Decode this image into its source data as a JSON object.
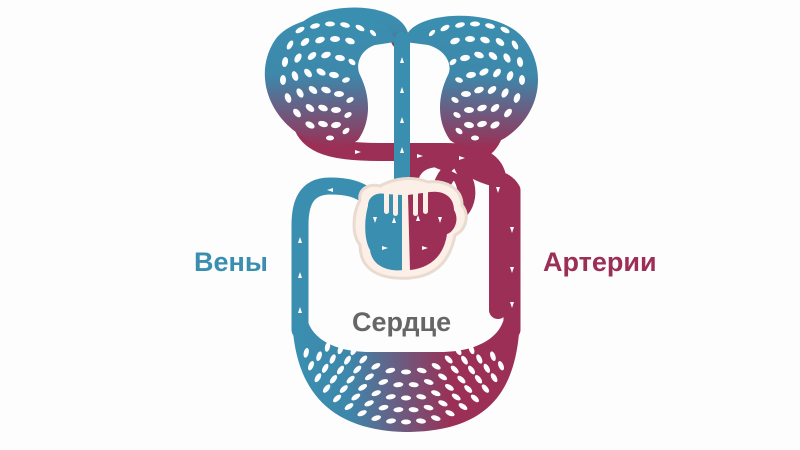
{
  "labels": {
    "veins": "Вены",
    "arteries": "Артерии",
    "heart": "Сердце"
  },
  "colors": {
    "vein": "#3a8fb0",
    "artery": "#9b2f55",
    "heart_fill": "#fbefe8",
    "heart_outline": "#eadbd0",
    "heart_label": "#666666",
    "arrow": "#ffffff"
  },
  "icons": {
    "flow_arrows": "arrow-icon"
  }
}
